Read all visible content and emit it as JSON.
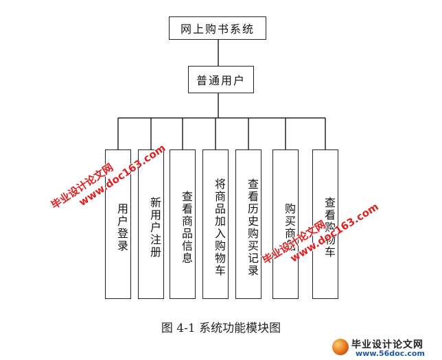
{
  "root": {
    "label": "网上购书系统"
  },
  "user": {
    "label": "普通用户"
  },
  "modules": [
    {
      "label": "用户登录"
    },
    {
      "label": "新用户注册"
    },
    {
      "label": "查看商品信息"
    },
    {
      "label": "将商品加入购物车"
    },
    {
      "label": "查看历史购买记录"
    },
    {
      "label": "购买商品"
    },
    {
      "label": "查看购物车"
    }
  ],
  "caption": "图 4-1   系统功能模块图",
  "watermarks": [
    {
      "line1": "毕业设计论文网",
      "line2": "www.doc163.com"
    },
    {
      "line1": "毕业设计论文网",
      "line2": "www.doc163.com"
    }
  ],
  "logo": {
    "title": "毕业设计论文网",
    "url": "www.56doc.com"
  },
  "colors": {
    "line": "#222222",
    "watermark": "#e02020"
  }
}
